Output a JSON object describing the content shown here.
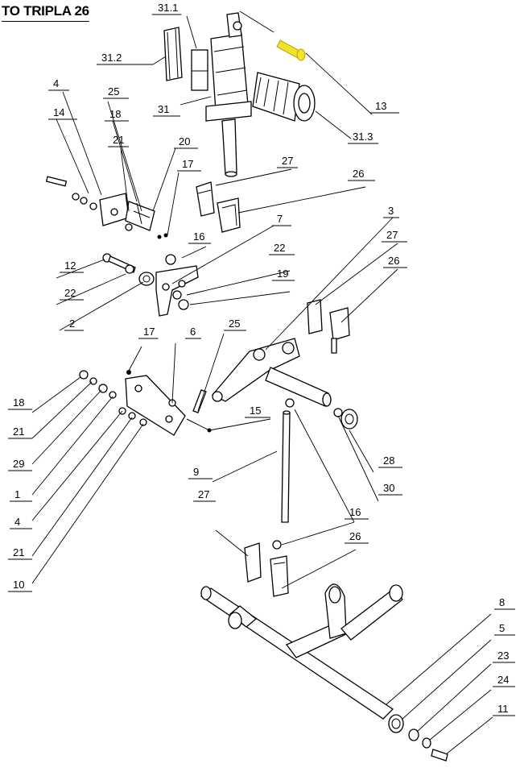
{
  "title": "TO TRIPLA 26",
  "highlight_color": "#f2e22a",
  "labels": [
    {
      "id": "31-1",
      "text": "31.1"
    },
    {
      "id": "31-2",
      "text": "31.2"
    },
    {
      "id": "31",
      "text": "31"
    },
    {
      "id": "13",
      "text": "13"
    },
    {
      "id": "31-3",
      "text": "31.3"
    },
    {
      "id": "4-top",
      "text": "4"
    },
    {
      "id": "14",
      "text": "14"
    },
    {
      "id": "25-top",
      "text": "25"
    },
    {
      "id": "18-top",
      "text": "18"
    },
    {
      "id": "21-top",
      "text": "21"
    },
    {
      "id": "20",
      "text": "20"
    },
    {
      "id": "17-top",
      "text": "17"
    },
    {
      "id": "27-top",
      "text": "27"
    },
    {
      "id": "26-top",
      "text": "26"
    },
    {
      "id": "3",
      "text": "3"
    },
    {
      "id": "27-mid",
      "text": "27"
    },
    {
      "id": "26-mid",
      "text": "26"
    },
    {
      "id": "7",
      "text": "7"
    },
    {
      "id": "16-top",
      "text": "16"
    },
    {
      "id": "22-right",
      "text": "22"
    },
    {
      "id": "19",
      "text": "19"
    },
    {
      "id": "12",
      "text": "12"
    },
    {
      "id": "22-left",
      "text": "22"
    },
    {
      "id": "2",
      "text": "2"
    },
    {
      "id": "17-mid",
      "text": "17"
    },
    {
      "id": "6",
      "text": "6"
    },
    {
      "id": "25-mid",
      "text": "25"
    },
    {
      "id": "15",
      "text": "15"
    },
    {
      "id": "18-left",
      "text": "18"
    },
    {
      "id": "21-left",
      "text": "21"
    },
    {
      "id": "29",
      "text": "29"
    },
    {
      "id": "1",
      "text": "1"
    },
    {
      "id": "4-left",
      "text": "4"
    },
    {
      "id": "21-low",
      "text": "21"
    },
    {
      "id": "10",
      "text": "10"
    },
    {
      "id": "9",
      "text": "9"
    },
    {
      "id": "28",
      "text": "28"
    },
    {
      "id": "30",
      "text": "30"
    },
    {
      "id": "27-low",
      "text": "27"
    },
    {
      "id": "16-low",
      "text": "16"
    },
    {
      "id": "26-low",
      "text": "26"
    },
    {
      "id": "8",
      "text": "8"
    },
    {
      "id": "5",
      "text": "5"
    },
    {
      "id": "23",
      "text": "23"
    },
    {
      "id": "24",
      "text": "24"
    },
    {
      "id": "11",
      "text": "11"
    }
  ]
}
